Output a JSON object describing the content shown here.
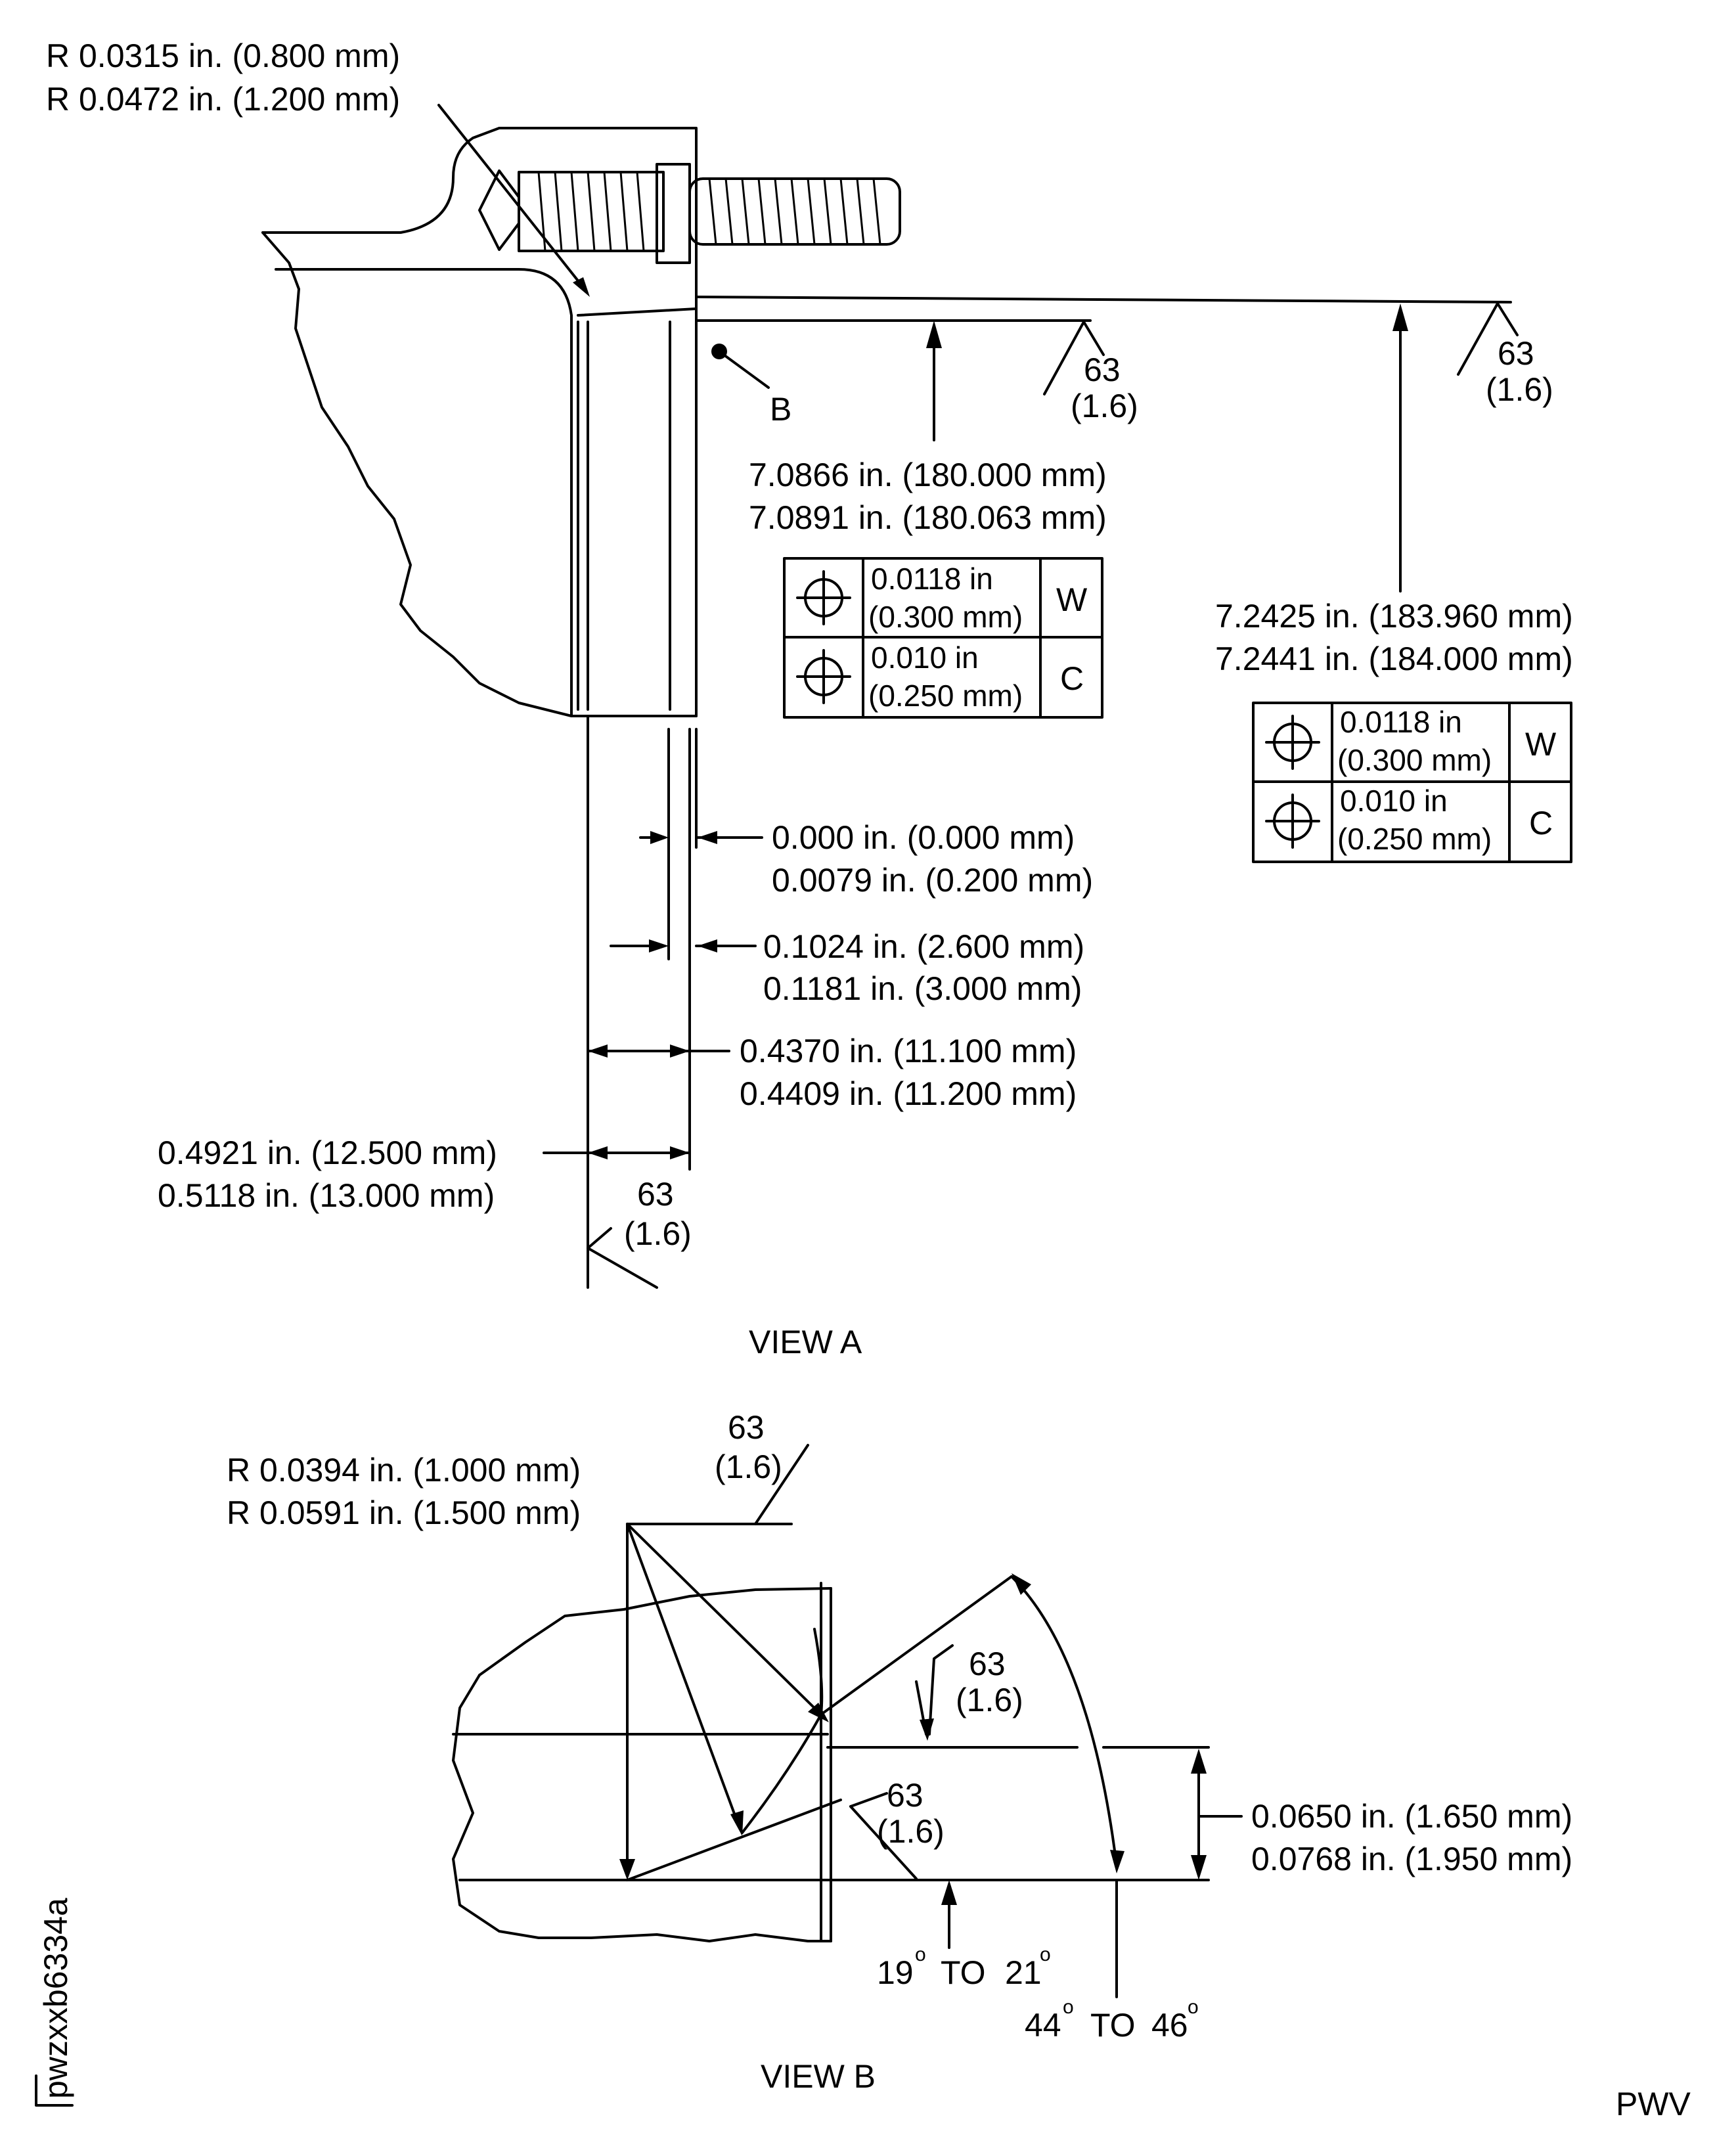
{
  "view_a": {
    "title": "VIEW A",
    "radius_min": "R 0.0315 in. (0.800 mm)",
    "radius_max": "R 0.0472 in. (1.200 mm)",
    "point_b": "B",
    "finish_value": "63",
    "finish_metric": "(1.6)",
    "dia_inner_min": "7.0866 in. (180.000 mm)",
    "dia_inner_max": "7.0891 in. (180.063 mm)",
    "dia_outer_min": "7.2425 in. (183.960 mm)",
    "dia_outer_max": "7.2441 in. (184.000 mm)",
    "fcf_inner": [
      {
        "tol_in": "0.0118 in",
        "tol_mm": "(0.300 mm)",
        "datum": "W"
      },
      {
        "tol_in": "0.010 in",
        "tol_mm": "(0.250 mm)",
        "datum": "C"
      }
    ],
    "fcf_outer": [
      {
        "tol_in": "0.0118 in",
        "tol_mm": "(0.300 mm)",
        "datum": "W"
      },
      {
        "tol_in": "0.010 in",
        "tol_mm": "(0.250 mm)",
        "datum": "C"
      }
    ],
    "dim_offset_min": "0.000 in. (0.000 mm)",
    "dim_offset_max": "0.0079 in. (0.200 mm)",
    "dim_step_min": "0.1024 in. (2.600 mm)",
    "dim_step_max": "0.1181 in. (3.000 mm)",
    "dim_width_min": "0.4370 in. (11.100 mm)",
    "dim_width_max": "0.4409 in. (11.200 mm)",
    "dim_overall_min": "0.4921 in. (12.500 mm)",
    "dim_overall_max": "0.5118 in. (13.000 mm)"
  },
  "view_b": {
    "title": "VIEW B",
    "radius_min": "R 0.0394 in. (1.000 mm)",
    "radius_max": "R 0.0591 in. (1.500 mm)",
    "finish_value": "63",
    "finish_metric": "(1.6)",
    "dim_min": "0.0650 in. (1.650 mm)",
    "dim_max": "0.0768 in. (1.950 mm)",
    "angle_small_from": "19",
    "angle_small_to": "21",
    "angle_large_from": "44",
    "angle_large_to": "46",
    "angle_word": "TO",
    "degree_mark": "o"
  },
  "footer": {
    "drawing_id": "pwzxxb6334a",
    "code": "PWV"
  }
}
